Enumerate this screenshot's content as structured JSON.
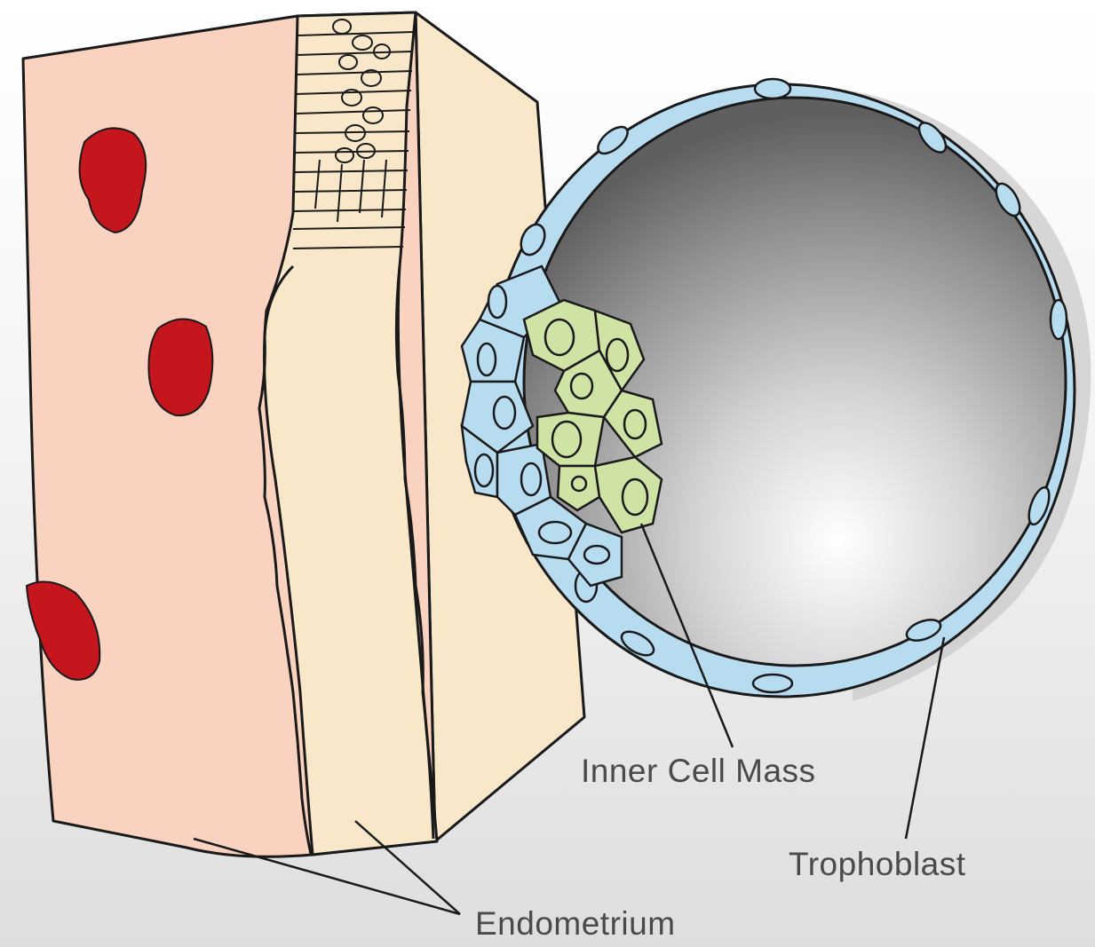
{
  "labels": {
    "inner_cell_mass": "Inner Cell Mass",
    "trophoblast": "Trophoblast",
    "endometrium": "Endometrium"
  },
  "colors": {
    "stroma": "#f9d3bf",
    "epithelium": "#f8e7c9",
    "blood_vessel": "#c4161c",
    "trophoblast_cell": "#b7dcf0",
    "inner_cell_mass_cell": "#cfe3a5",
    "blastocoel_dark": "#6d6d6d",
    "blastocoel_light": "#ffffff",
    "outline": "#1a1a1a",
    "label_text": "#4a4a4a"
  }
}
